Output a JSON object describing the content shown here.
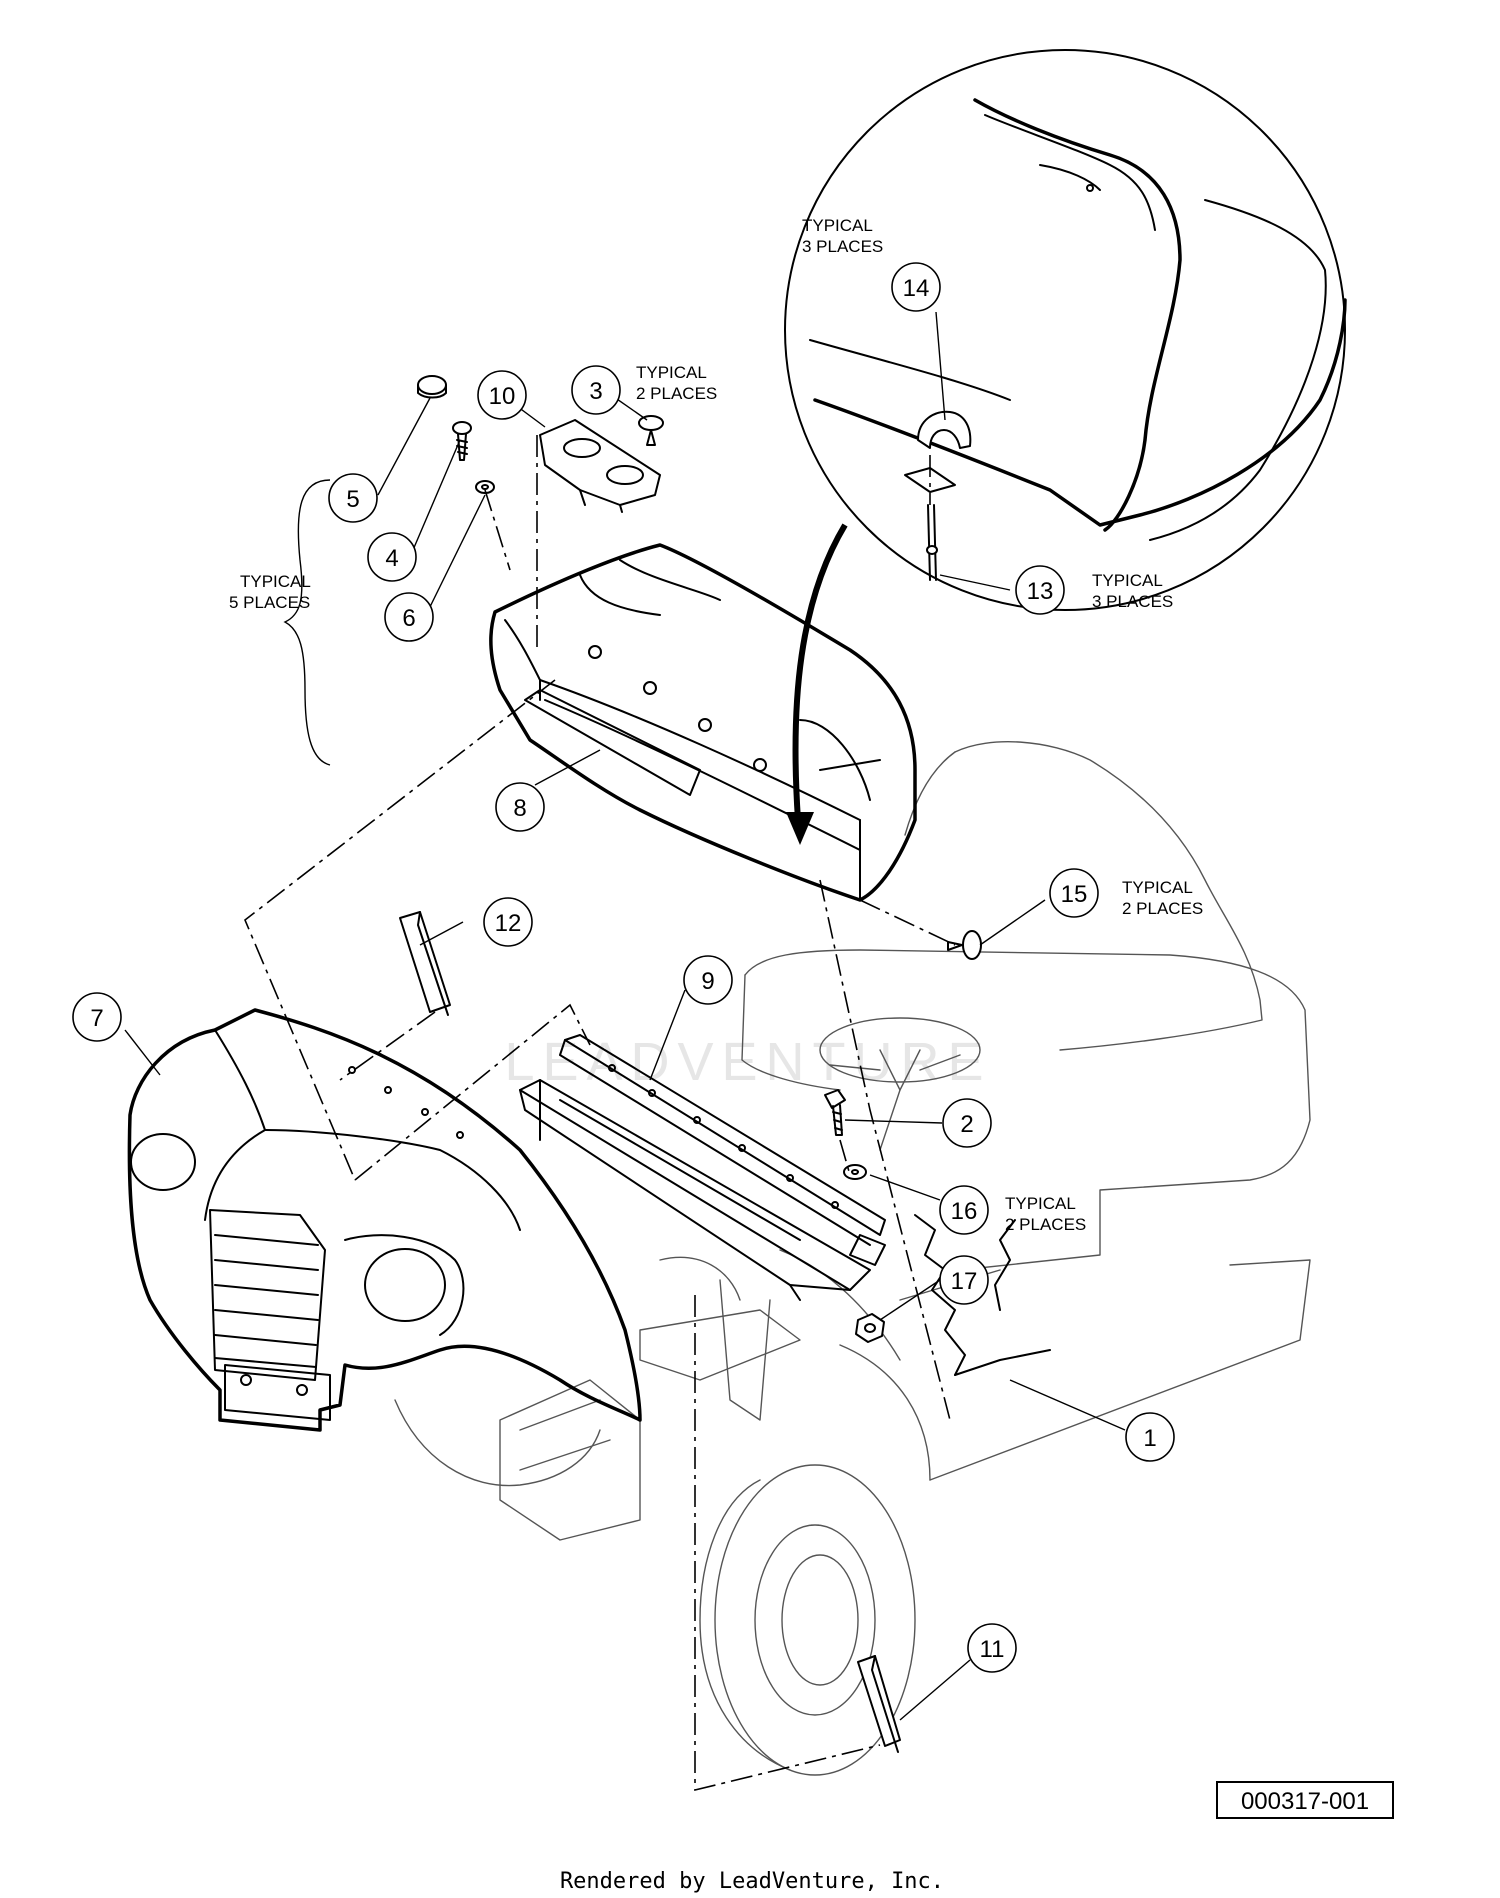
{
  "callouts": [
    {
      "id": "1",
      "label": "1",
      "cx": 0,
      "cy": 0
    },
    {
      "id": "2",
      "label": "2"
    },
    {
      "id": "3",
      "label": "3"
    },
    {
      "id": "4",
      "label": "4"
    },
    {
      "id": "5",
      "label": "5"
    },
    {
      "id": "6",
      "label": "6"
    },
    {
      "id": "7",
      "label": "7"
    },
    {
      "id": "8",
      "label": "8"
    },
    {
      "id": "9",
      "label": "9"
    },
    {
      "id": "10",
      "label": "10"
    },
    {
      "id": "11",
      "label": "11"
    },
    {
      "id": "12",
      "label": "12"
    },
    {
      "id": "13",
      "label": "13"
    },
    {
      "id": "14",
      "label": "14"
    },
    {
      "id": "15",
      "label": "15"
    },
    {
      "id": "16",
      "label": "16"
    },
    {
      "id": "17",
      "label": "17"
    }
  ],
  "notes": {
    "typical_3_places_14": {
      "line1": "TYPICAL",
      "line2": "3 PLACES"
    },
    "typical_2_places_3": {
      "line1": "TYPICAL",
      "line2": "2 PLACES"
    },
    "typical_5_places": {
      "line1": "TYPICAL",
      "line2": "5 PLACES"
    },
    "typical_3_places_13": {
      "line1": "TYPICAL",
      "line2": "3 PLACES"
    },
    "typical_2_places_15": {
      "line1": "TYPICAL",
      "line2": "2 PLACES"
    },
    "typical_2_places_16": {
      "line1": "TYPICAL",
      "line2": "2 PLACES"
    }
  },
  "document_id": "000317-001",
  "footer": "Rendered by LeadVenture, Inc.",
  "watermark": "LEADVENTURE"
}
